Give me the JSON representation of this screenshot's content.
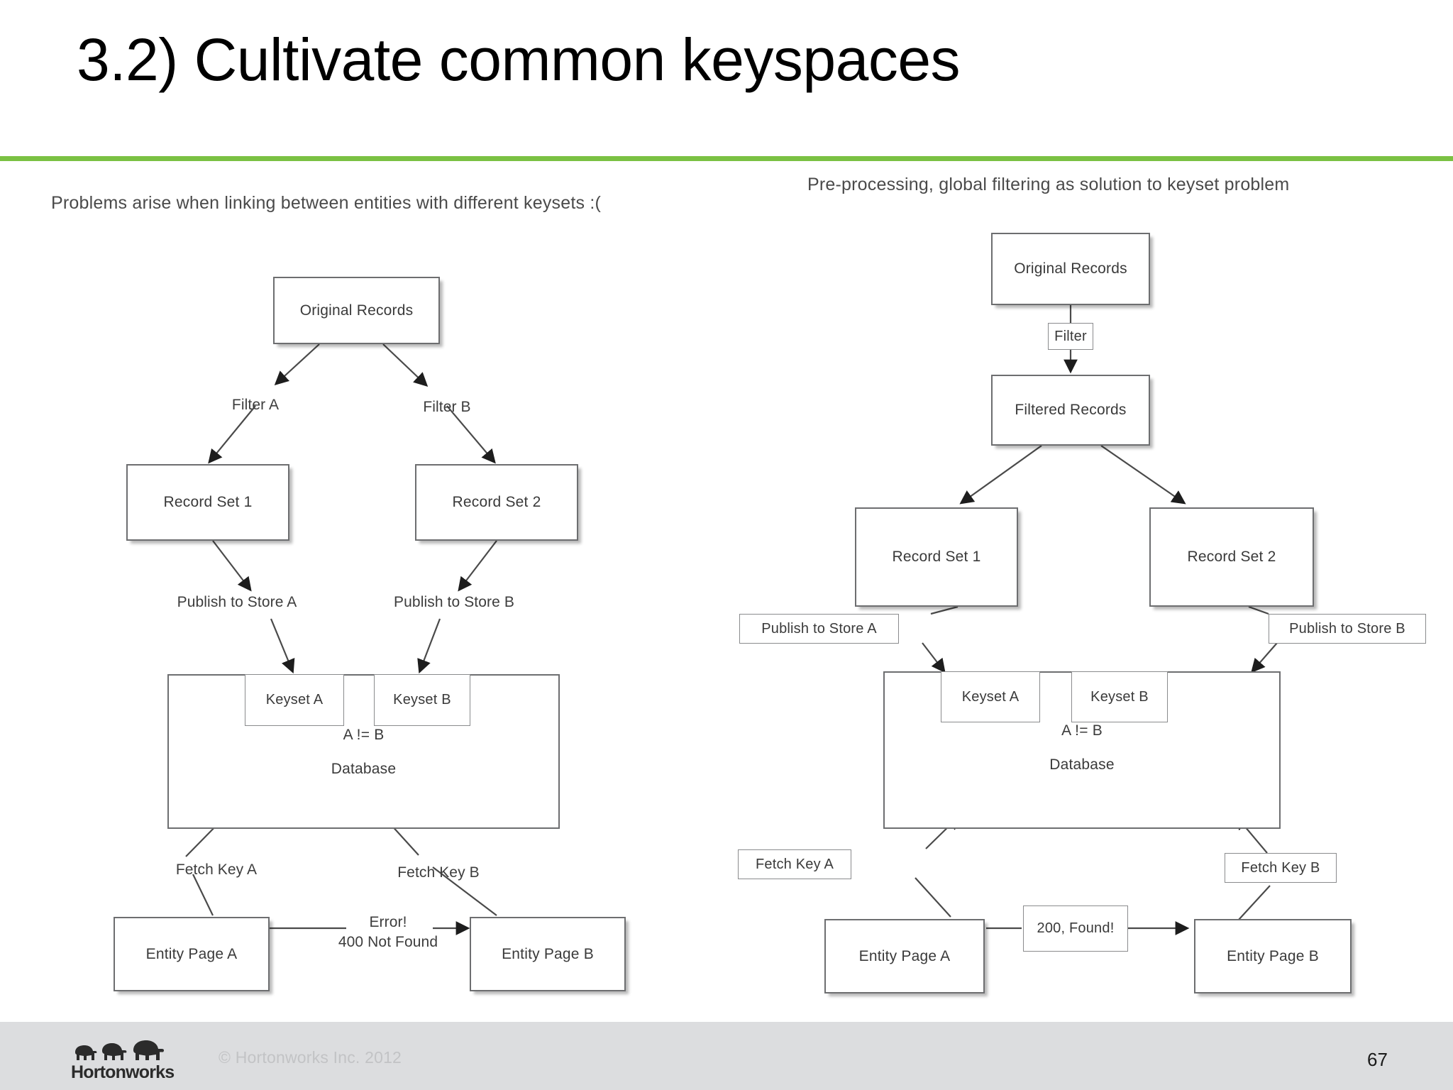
{
  "slide": {
    "title": "3.2) Cultivate common keyspaces",
    "accent_color": "#7ac143",
    "page_number": "67"
  },
  "footer": {
    "brand": "Hortonworks",
    "copyright": "© Hortonworks Inc. 2012"
  },
  "diagrams": {
    "left": {
      "caption": "Problems arise when linking between entities with different keysets :(",
      "nodes": {
        "original_records": "Original Records",
        "record_set_1": "Record Set 1",
        "record_set_2": "Record Set 2",
        "keyset_a": "Keyset A",
        "keyset_b": "Keyset B",
        "database_compare": "A != B",
        "database_label": "Database",
        "entity_page_a": "Entity Page A",
        "entity_page_b": "Entity Page B"
      },
      "edge_labels": {
        "filter_a": "Filter A",
        "filter_b": "Filter B",
        "publish_a": "Publish to Store A",
        "publish_b": "Publish to Store B",
        "fetch_a": "Fetch Key A",
        "fetch_b": "Fetch Key B",
        "result_line1": "Error!",
        "result_line2": "400 Not Found"
      }
    },
    "right": {
      "caption": "Pre-processing, global filtering as solution to keyset problem",
      "nodes": {
        "original_records": "Original Records",
        "filter": "Filter",
        "filtered_records": "Filtered Records",
        "record_set_1": "Record Set 1",
        "record_set_2": "Record Set 2",
        "publish_a": "Publish to Store A",
        "publish_b": "Publish to Store B",
        "keyset_a": "Keyset A",
        "keyset_b": "Keyset B",
        "database_compare": "A != B",
        "database_label": "Database",
        "fetch_a": "Fetch Key A",
        "fetch_b": "Fetch Key B",
        "result": "200, Found!",
        "entity_page_a": "Entity Page A",
        "entity_page_b": "Entity Page B"
      }
    }
  }
}
